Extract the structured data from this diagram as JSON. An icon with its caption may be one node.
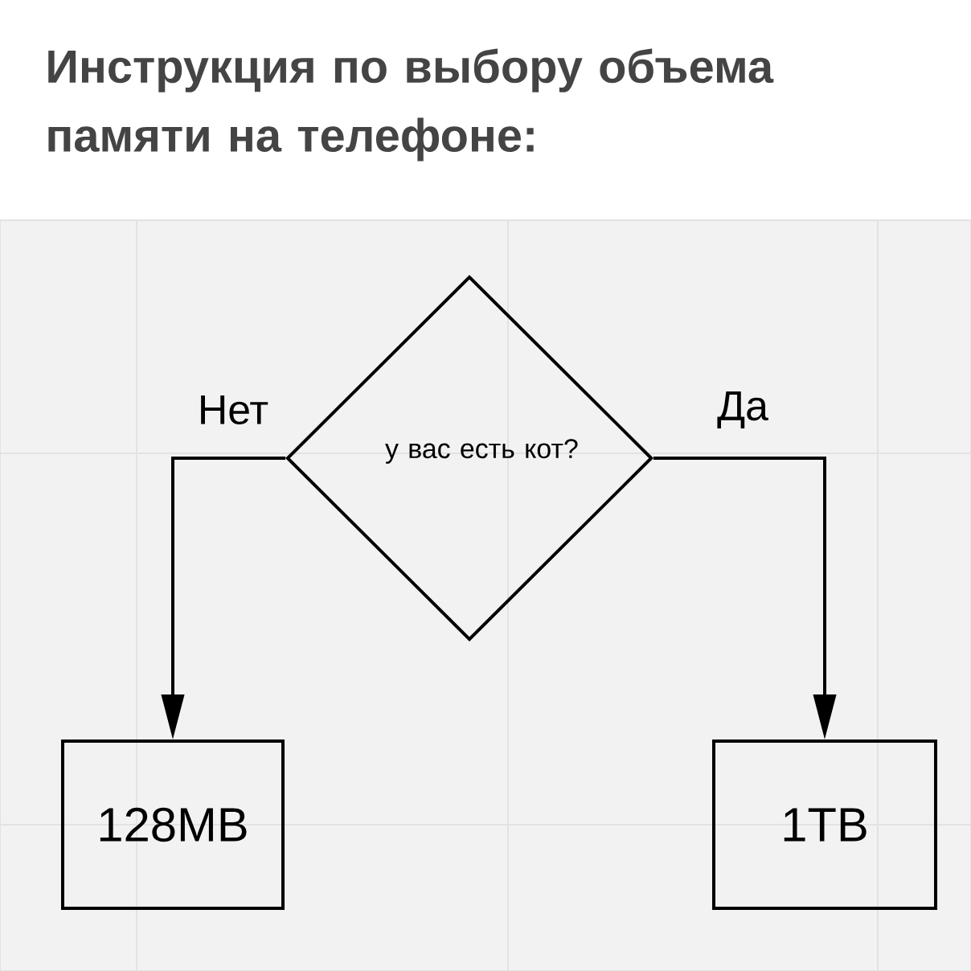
{
  "diagram": {
    "title": "Инструкция по выбору объема памяти на телефоне:",
    "nodes": [
      {
        "text": [
          "у вас есть кот?"
        ]
      },
      {
        "text": [
          "128MB"
        ]
      },
      {
        "text": [
          "1TB"
        ]
      }
    ],
    "edges": [
      {
        "from": 0,
        "to": 1,
        "arrow": "to",
        "label": "Нет"
      },
      {
        "from": 0,
        "to": 2,
        "arrow": "to",
        "label": "Да"
      }
    ]
  }
}
